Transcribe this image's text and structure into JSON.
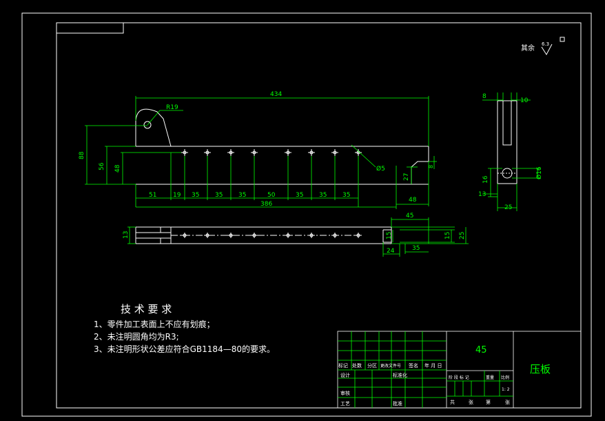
{
  "colors": {
    "background": "#000000",
    "outline": "#ffffff",
    "dimension": "#00ff00"
  },
  "surface_finish": {
    "label": "其余",
    "value": "6.3"
  },
  "dimensions": {
    "overall_length": "434",
    "radius": "R19",
    "height_88": "88",
    "height_56": "56",
    "height_48": "48",
    "hole_dia": "Ø5",
    "drop_8": "8",
    "drop_27": "27",
    "right_48": "48",
    "span_51": "51",
    "span_19": "19",
    "span_35a": "35",
    "span_35b": "35",
    "span_35c": "35",
    "span_50": "50",
    "span_35d": "35",
    "span_35e": "35",
    "span_35f": "35",
    "total_386": "386",
    "side_8": "8",
    "side_10": "10",
    "side_16": "16",
    "side_13": "13",
    "side_25": "25",
    "side_dia16": "Ø16",
    "bottom_13": "13",
    "bottom_45": "45",
    "bottom_15a": "15",
    "bottom_15b": "15",
    "bottom_25": "25",
    "bottom_24": "24",
    "bottom_35": "35"
  },
  "tech_req": {
    "title": "技 术 要 求",
    "items": [
      "1、零件加工表面上不应有划痕；",
      "2、未注明圆角均为R3;",
      "3、未注明形状公差应符合GB1184—80的要求。"
    ]
  },
  "title_block": {
    "material": "45",
    "part_name": "压板",
    "scale": "1: 2",
    "header_row": [
      "标记",
      "处数",
      "分区",
      "更改文件号",
      "签名",
      "年 月 日"
    ],
    "roles": [
      "设计",
      "审核",
      "工艺"
    ],
    "mid_labels": [
      "标准化",
      "批准"
    ],
    "stage_labels": [
      "阶 段 标 记",
      "重量",
      "比例"
    ],
    "sheet_labels": [
      "共",
      "张",
      "第",
      "张"
    ]
  }
}
